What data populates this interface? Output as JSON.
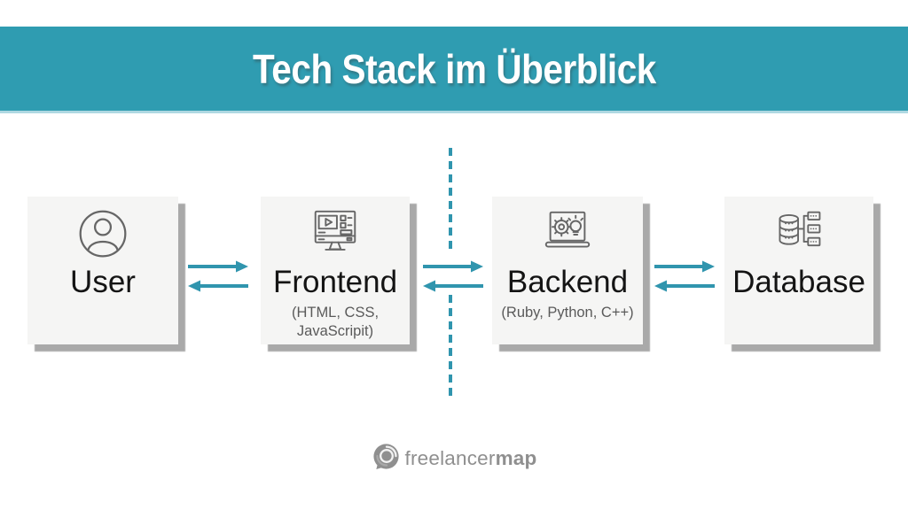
{
  "banner": {
    "title": "Tech Stack im Überblick"
  },
  "nodes": [
    {
      "id": "user",
      "label": "User",
      "icon": "person-icon",
      "sub1": "",
      "sub2": ""
    },
    {
      "id": "frontend",
      "label": "Frontend",
      "icon": "monitor-video-icon",
      "sub1": "(HTML, CSS,",
      "sub2": "JavaScripit)"
    },
    {
      "id": "backend",
      "label": "Backend",
      "icon": "laptop-gear-bulb-icon",
      "sub1": "(Ruby, Python, C++)",
      "sub2": ""
    },
    {
      "id": "database",
      "label": "Database",
      "icon": "database-servers-icon",
      "sub1": "",
      "sub2": ""
    }
  ],
  "connections": [
    {
      "from": "User",
      "to": "Frontend",
      "bidirectional": true
    },
    {
      "from": "Frontend",
      "to": "Backend",
      "bidirectional": true
    },
    {
      "from": "Backend",
      "to": "Database",
      "bidirectional": true
    }
  ],
  "divider": {
    "style": "dashed-vertical",
    "separates": [
      "Frontend",
      "Backend"
    ]
  },
  "footer": {
    "brand_regular": "freelancer",
    "brand_bold": "map"
  },
  "colors": {
    "banner_bg": "#2F9CB1",
    "banner_underline": "#AFD8E2",
    "arrow_teal": "#3095AE",
    "box_bg": "#F5F5F4",
    "box_shadow": "#A9A9A9",
    "label_text": "#141414",
    "sub_text": "#5A5A5A",
    "icon_stroke": "#666666",
    "logo_gray": "#8F8F8F"
  }
}
